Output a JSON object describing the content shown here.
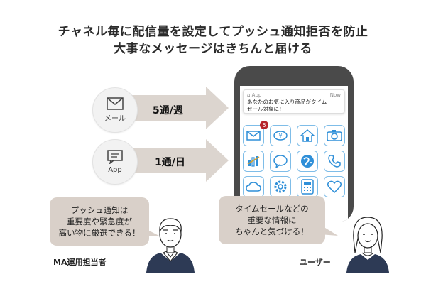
{
  "heading": {
    "line1": "チャネル毎に配信量を設定してプッシュ通知拒否を防止",
    "line2": "大事なメッセージはきちんと届ける"
  },
  "channels": [
    {
      "label": "メール",
      "icon": "envelope-icon",
      "frequency": "5通/週"
    },
    {
      "label": "App",
      "icon": "app-message-icon",
      "frequency": "1通/日"
    }
  ],
  "notification": {
    "app_name": "App",
    "time": "Now",
    "message_line1": "あなたのお気に入り商品がタイム",
    "message_line2": "セール対象に！"
  },
  "badge_count": "5",
  "app_icons": [
    "mail-icon",
    "wallet-icon",
    "home-icon",
    "camera-icon",
    "chart-icon",
    "chat-icon",
    "globe-icon",
    "phone-icon",
    "cloud-icon",
    "gear-icon",
    "calculator-icon",
    "heart-icon"
  ],
  "bubbles": {
    "left": {
      "line1": "プッシュ通知は",
      "line2": "重要度や緊急度が",
      "line3": "高い物に厳選できる！"
    },
    "right": {
      "line1": "タイムセールなどの",
      "line2": "重要な情報に",
      "line3": "ちゃんと気づける！"
    }
  },
  "people": {
    "left_label": "MA運用担当者",
    "right_label": "ユーザー"
  },
  "colors": {
    "arrow": "#dcd5cf",
    "bubble": "#d9d0c9",
    "phone": "#4a4a4a",
    "icon_blue": "#2f8fd8",
    "badge": "#b6242b",
    "navy": "#2d3a55"
  }
}
